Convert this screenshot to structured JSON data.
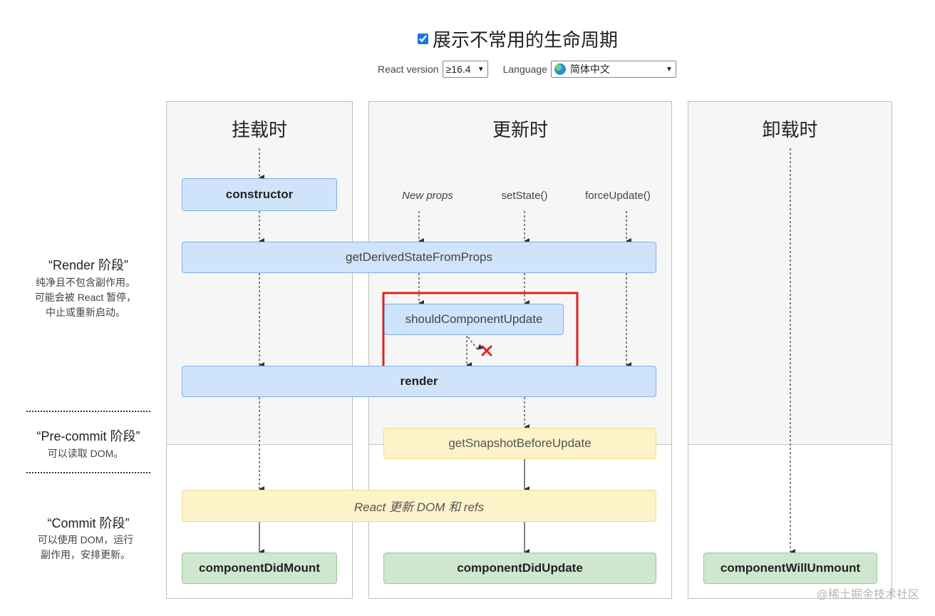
{
  "header": {
    "show_uncommon_label": "展示不常用的生命周期",
    "react_version_label": "React version",
    "react_version_value": "≥16.4",
    "language_label": "Language",
    "language_value": "简体中文"
  },
  "columns": {
    "mounting": "挂载时",
    "updating": "更新时",
    "unmounting": "卸载时"
  },
  "phases": {
    "render": {
      "title": "“Render 阶段”",
      "desc": [
        "纯净且不包含副作用。",
        "可能会被 React 暂停，",
        "中止或重新启动。"
      ]
    },
    "precommit": {
      "title": "“Pre-commit 阶段”",
      "desc": [
        "可以读取 DOM。"
      ]
    },
    "commit": {
      "title": "“Commit 阶段”",
      "desc": [
        "可以使用 DOM，运行",
        "副作用，安排更新。"
      ]
    }
  },
  "triggers": {
    "new_props": "New props",
    "set_state": "setState()",
    "force_update": "forceUpdate()"
  },
  "methods": {
    "constructor": "constructor",
    "get_derived_state": "getDerivedStateFromProps",
    "should_update": "shouldComponentUpdate",
    "render": "render",
    "get_snapshot": "getSnapshotBeforeUpdate",
    "react_updates": "React 更新 DOM 和 refs",
    "did_mount": "componentDidMount",
    "did_update": "componentDidUpdate",
    "will_unmount": "componentWillUnmount"
  },
  "watermark": "@稀土掘金技术社区",
  "colors": {
    "render_box": "#cfe4fb",
    "commit_box": "#fdf3c9",
    "final_box": "#cfe6cf",
    "highlight": "#e02020"
  }
}
